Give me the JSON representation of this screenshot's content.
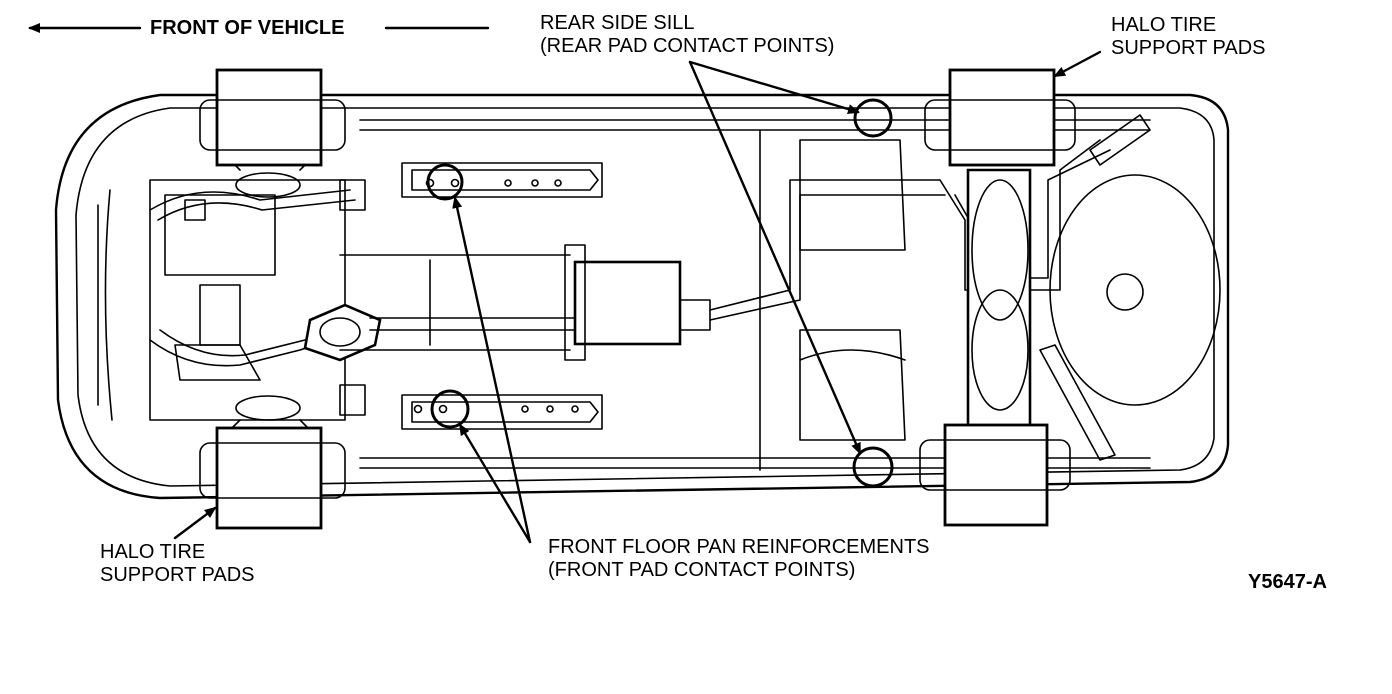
{
  "labels": {
    "front_of_vehicle": "FRONT OF VEHICLE",
    "rear_side_sill_line1": "REAR SIDE SILL",
    "rear_side_sill_line2": "(REAR PAD CONTACT POINTS)",
    "halo_tire_top_line1": "HALO TIRE",
    "halo_tire_top_line2": "SUPPORT PADS",
    "halo_tire_bottom_line1": "HALO",
    "halo_tire_bottom_line2": "TIRE",
    "halo_tire_bottom_line3": "SUPPORT PADS",
    "front_floor_pan_line1": "FRONT FLOOR PAN REINFORCEMENTS",
    "front_floor_pan_line2": "(FRONT PAD CONTACT POINTS)",
    "figure_id": "Y5647-A"
  }
}
